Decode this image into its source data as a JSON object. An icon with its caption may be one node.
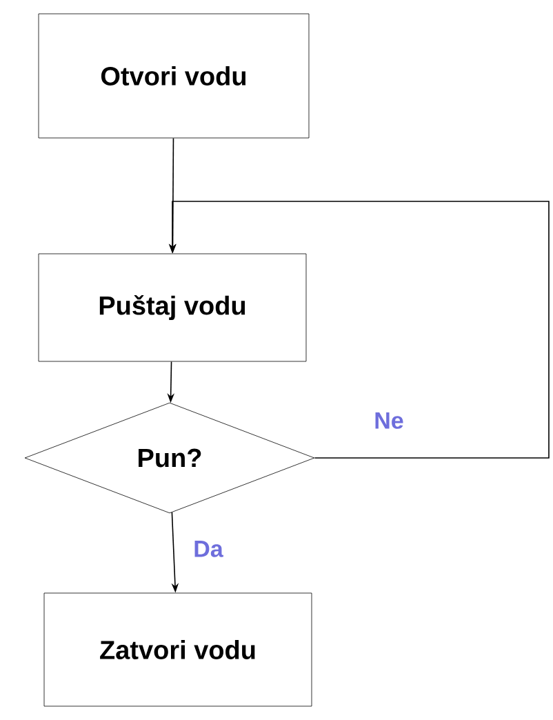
{
  "diagram": {
    "nodes": [
      {
        "text": [
          "Otvori vodu"
        ]
      },
      {
        "text": [
          "Puštaj vodu"
        ]
      },
      {
        "text": [
          "Pun?"
        ]
      },
      {
        "text": [
          "Zatvori vodu"
        ]
      }
    ],
    "edges": [
      {
        "from": 0,
        "to": 1,
        "arrow": "to"
      },
      {
        "from": 1,
        "to": 2,
        "arrow": "to"
      },
      {
        "from": 2,
        "to": 3,
        "arrow": "to",
        "label": "Da"
      },
      {
        "from": 2,
        "to": 1,
        "arrow": "to",
        "label": "Ne"
      }
    ]
  }
}
